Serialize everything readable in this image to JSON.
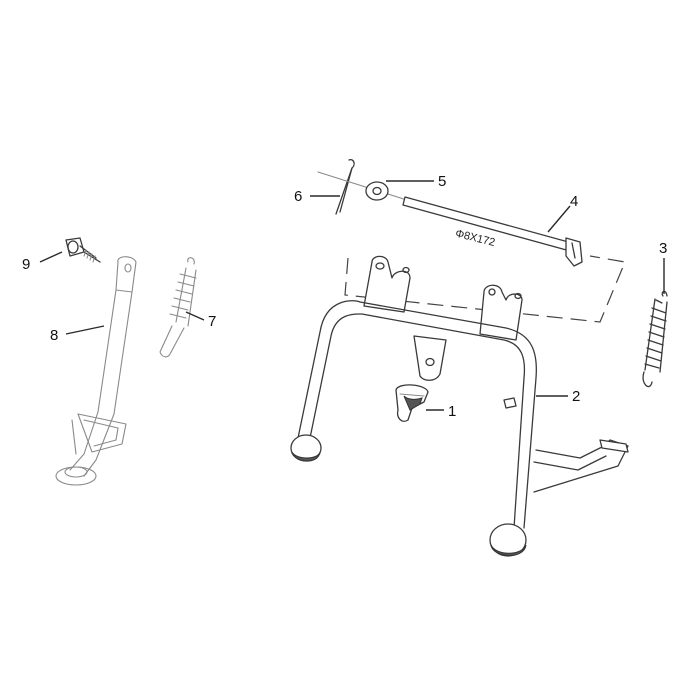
{
  "callouts": {
    "c1": "1",
    "c2": "2",
    "c3": "3",
    "c4": "4",
    "c5": "5",
    "c6": "6",
    "c7": "7",
    "c8": "8",
    "c9": "9"
  },
  "dimension_label": "Φ8X172",
  "colors": {
    "line": "#3a3a3a",
    "background": "#ffffff"
  }
}
